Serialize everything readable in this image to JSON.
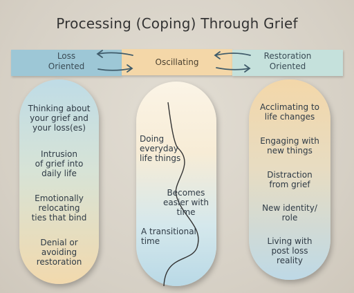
{
  "title": "Processing (Coping) Through Grief",
  "header": {
    "loss": "Loss\nOriented",
    "oscillating": "Oscillating",
    "restoration": "Restoration\nOriented"
  },
  "left_pill": [
    "Thinking about\nyour grief and\nyour loss(es)",
    "Intrusion\nof grief into\ndaily life",
    "Emotionally\nrelocating\nties that bind",
    "Denial or\navoiding\nrestoration"
  ],
  "center_pill": [
    "Doing\neveryday\nlife things",
    "Becomes\neasier with\ntime",
    "A transitional\ntime"
  ],
  "right_pill": [
    "Acclimating to\nlife changes",
    "Engaging with\nnew things",
    "Distraction\nfrom grief",
    "New identity/\nrole",
    "Living with\npost loss\nreality"
  ]
}
